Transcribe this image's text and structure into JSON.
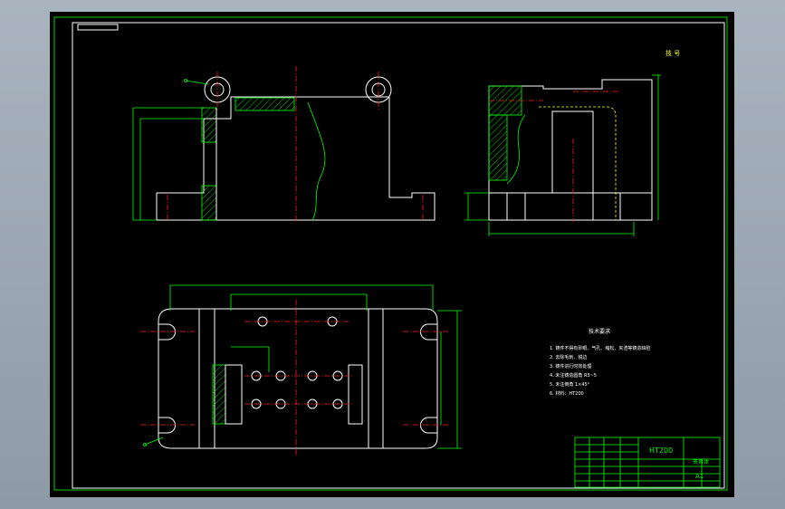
{
  "title_block": {
    "material": "HT200",
    "part_name": "夹具体",
    "sheet": "A1"
  },
  "corner_note": "技 号",
  "tech_requirements": {
    "heading": "技术要求",
    "lines": [
      "1. 铸件不得有砂眼、气孔、缩松、夹渣等铸造缺陷",
      "2. 去除毛刺、锐边",
      "3. 铸件进行时效处理",
      "4. 未注铸造圆角 R3~5",
      "5. 未注倒角 1×45°",
      "6. 材料：HT200"
    ]
  },
  "colors": {
    "frame": "#00ff00",
    "outline": "#ffffff",
    "centerline": "#ff2020",
    "hidden": "#ffff00",
    "background": "#000000"
  }
}
